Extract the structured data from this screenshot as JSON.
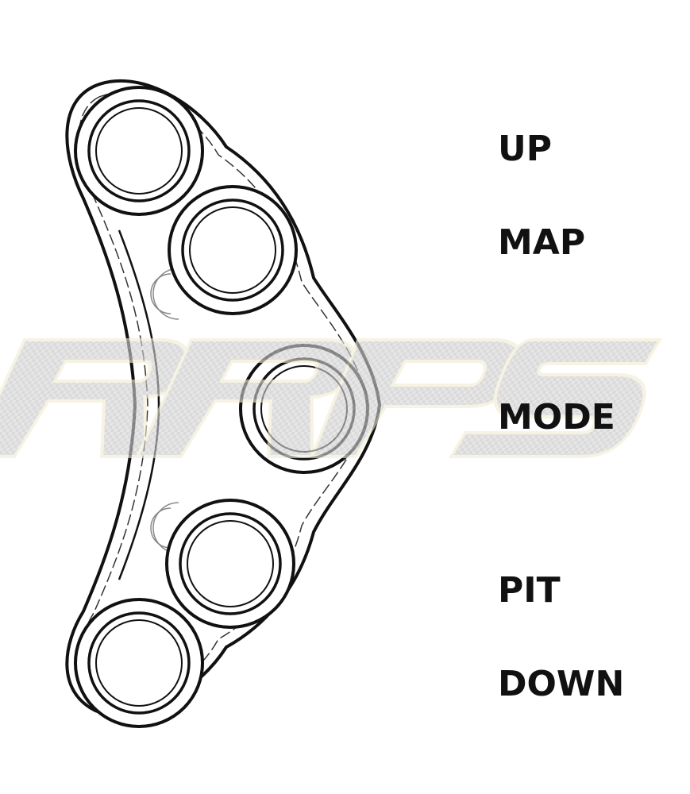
{
  "labels": {
    "up": "UP",
    "map": "MAP",
    "mode": "MODE",
    "pit": "PIT",
    "down": "DOWN"
  },
  "watermark": {
    "text": "RRPS",
    "fill_color": "#cfcfcf",
    "outline_color": "#f1ecd2"
  },
  "line_color": "#111111"
}
